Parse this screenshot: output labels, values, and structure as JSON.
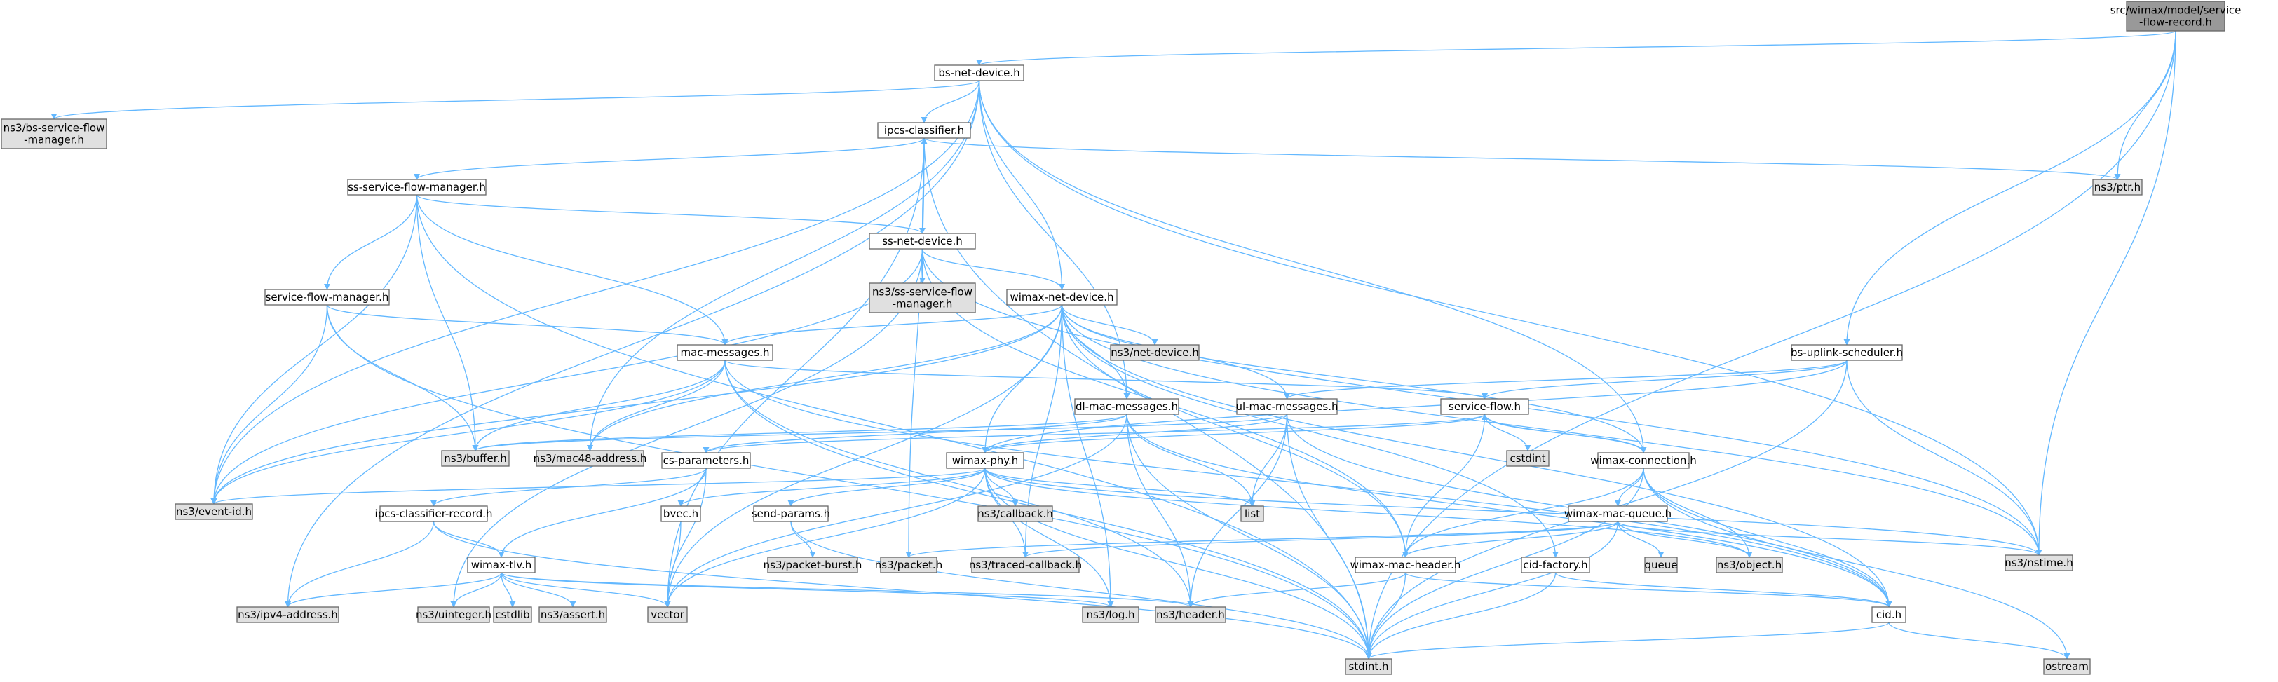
{
  "colors": {
    "focus_fill": "#999999",
    "internal_fill": "#ffffff",
    "external_fill": "#e0e0e0",
    "border": "#666666",
    "edge": "#63b8ff",
    "text": "#000000"
  },
  "nodes": [
    {
      "id": "root",
      "label": [
        "src/wimax/model/service",
        "-flow-record.h"
      ],
      "kind": "focus"
    },
    {
      "id": "bsnd",
      "label": [
        "bs-net-device.h"
      ],
      "kind": "internal"
    },
    {
      "id": "bssfm",
      "label": [
        "ns3/bs-service-flow",
        "-manager.h"
      ],
      "kind": "external"
    },
    {
      "id": "ipcs",
      "label": [
        "ipcs-classifier.h"
      ],
      "kind": "internal"
    },
    {
      "id": "ptr",
      "label": [
        "ns3/ptr.h"
      ],
      "kind": "external"
    },
    {
      "id": "sssfm",
      "label": [
        "ss-service-flow-manager.h"
      ],
      "kind": "internal"
    },
    {
      "id": "ssnd",
      "label": [
        "ss-net-device.h"
      ],
      "kind": "internal"
    },
    {
      "id": "sfm",
      "label": [
        "service-flow-manager.h"
      ],
      "kind": "internal"
    },
    {
      "id": "sssfm2",
      "label": [
        "ns3/ss-service-flow",
        "-manager.h"
      ],
      "kind": "external"
    },
    {
      "id": "wnd",
      "label": [
        "wimax-net-device.h"
      ],
      "kind": "internal"
    },
    {
      "id": "macm",
      "label": [
        "mac-messages.h"
      ],
      "kind": "internal"
    },
    {
      "id": "netdev",
      "label": [
        "ns3/net-device.h"
      ],
      "kind": "external"
    },
    {
      "id": "bsus",
      "label": [
        "bs-uplink-scheduler.h"
      ],
      "kind": "internal"
    },
    {
      "id": "dlm",
      "label": [
        "dl-mac-messages.h"
      ],
      "kind": "internal"
    },
    {
      "id": "ulm",
      "label": [
        "ul-mac-messages.h"
      ],
      "kind": "internal"
    },
    {
      "id": "sf",
      "label": [
        "service-flow.h"
      ],
      "kind": "internal"
    },
    {
      "id": "cstdint",
      "label": [
        "cstdint"
      ],
      "kind": "external"
    },
    {
      "id": "buffer",
      "label": [
        "ns3/buffer.h"
      ],
      "kind": "external"
    },
    {
      "id": "mac48",
      "label": [
        "ns3/mac48-address.h"
      ],
      "kind": "external"
    },
    {
      "id": "csp",
      "label": [
        "cs-parameters.h"
      ],
      "kind": "internal"
    },
    {
      "id": "wphy",
      "label": [
        "wimax-phy.h"
      ],
      "kind": "internal"
    },
    {
      "id": "wconn",
      "label": [
        "wimax-connection.h"
      ],
      "kind": "internal"
    },
    {
      "id": "eventid",
      "label": [
        "ns3/event-id.h"
      ],
      "kind": "external"
    },
    {
      "id": "icr",
      "label": [
        "ipcs-classifier-record.h"
      ],
      "kind": "internal"
    },
    {
      "id": "bvec",
      "label": [
        "bvec.h"
      ],
      "kind": "internal"
    },
    {
      "id": "sendp",
      "label": [
        "send-params.h"
      ],
      "kind": "internal"
    },
    {
      "id": "callback",
      "label": [
        "ns3/callback.h"
      ],
      "kind": "external"
    },
    {
      "id": "list",
      "label": [
        "list"
      ],
      "kind": "external"
    },
    {
      "id": "wmq",
      "label": [
        "wimax-mac-queue.h"
      ],
      "kind": "internal"
    },
    {
      "id": "nstime",
      "label": [
        "ns3/nstime.h"
      ],
      "kind": "external"
    },
    {
      "id": "wtlv",
      "label": [
        "wimax-tlv.h"
      ],
      "kind": "internal"
    },
    {
      "id": "pburst",
      "label": [
        "ns3/packet-burst.h"
      ],
      "kind": "external"
    },
    {
      "id": "packet",
      "label": [
        "ns3/packet.h"
      ],
      "kind": "external"
    },
    {
      "id": "tcb",
      "label": [
        "ns3/traced-callback.h"
      ],
      "kind": "external"
    },
    {
      "id": "wmh",
      "label": [
        "wimax-mac-header.h"
      ],
      "kind": "internal"
    },
    {
      "id": "cidf",
      "label": [
        "cid-factory.h"
      ],
      "kind": "internal"
    },
    {
      "id": "queue",
      "label": [
        "queue"
      ],
      "kind": "external"
    },
    {
      "id": "object",
      "label": [
        "ns3/object.h"
      ],
      "kind": "external"
    },
    {
      "id": "ipv4",
      "label": [
        "ns3/ipv4-address.h"
      ],
      "kind": "external"
    },
    {
      "id": "uinteger",
      "label": [
        "ns3/uinteger.h"
      ],
      "kind": "external"
    },
    {
      "id": "cstdlib",
      "label": [
        "cstdlib"
      ],
      "kind": "external"
    },
    {
      "id": "assert",
      "label": [
        "ns3/assert.h"
      ],
      "kind": "external"
    },
    {
      "id": "vector",
      "label": [
        "vector"
      ],
      "kind": "external"
    },
    {
      "id": "log",
      "label": [
        "ns3/log.h"
      ],
      "kind": "external"
    },
    {
      "id": "header",
      "label": [
        "ns3/header.h"
      ],
      "kind": "external"
    },
    {
      "id": "cid",
      "label": [
        "cid.h"
      ],
      "kind": "internal"
    },
    {
      "id": "stdint",
      "label": [
        "stdint.h"
      ],
      "kind": "external"
    },
    {
      "id": "ostream",
      "label": [
        "ostream"
      ],
      "kind": "external"
    }
  ],
  "edges": [
    [
      "root",
      "bsnd"
    ],
    [
      "root",
      "ptr"
    ],
    [
      "root",
      "bsus"
    ],
    [
      "root",
      "nstime"
    ],
    [
      "root",
      "stdint"
    ],
    [
      "bsnd",
      "bssfm"
    ],
    [
      "bsnd",
      "ipcs"
    ],
    [
      "bsnd",
      "wnd"
    ],
    [
      "bsnd",
      "dlm"
    ],
    [
      "bsnd",
      "wconn"
    ],
    [
      "bsnd",
      "eventid"
    ],
    [
      "bsnd",
      "mac48"
    ],
    [
      "bsnd",
      "ipv4"
    ],
    [
      "bsnd",
      "nstime"
    ],
    [
      "ipcs",
      "sssfm"
    ],
    [
      "ipcs",
      "ptr"
    ],
    [
      "ipcs",
      "packet"
    ],
    [
      "ipcs",
      "vector"
    ],
    [
      "ipcs",
      "stdint"
    ],
    [
      "sssfm",
      "sfm"
    ],
    [
      "sssfm",
      "ssnd"
    ],
    [
      "sssfm",
      "macm"
    ],
    [
      "sssfm",
      "buffer"
    ],
    [
      "sssfm",
      "eventid"
    ],
    [
      "sssfm",
      "stdint"
    ],
    [
      "ssnd",
      "ipcs"
    ],
    [
      "ssnd",
      "sssfm2"
    ],
    [
      "ssnd",
      "wnd"
    ],
    [
      "ssnd",
      "eventid"
    ],
    [
      "ssnd",
      "uinteger"
    ],
    [
      "ssnd",
      "wmh"
    ],
    [
      "ssnd",
      "nstime"
    ],
    [
      "sfm",
      "macm"
    ],
    [
      "sfm",
      "buffer"
    ],
    [
      "sfm",
      "eventid"
    ],
    [
      "sfm",
      "stdint"
    ],
    [
      "wnd",
      "macm"
    ],
    [
      "wnd",
      "netdev"
    ],
    [
      "wnd",
      "dlm"
    ],
    [
      "wnd",
      "ulm"
    ],
    [
      "wnd",
      "wphy"
    ],
    [
      "wnd",
      "wconn"
    ],
    [
      "wnd",
      "tcb"
    ],
    [
      "wnd",
      "log"
    ],
    [
      "wnd",
      "mac48"
    ],
    [
      "wnd",
      "cidf"
    ],
    [
      "wnd",
      "nstime"
    ],
    [
      "wnd",
      "cid"
    ],
    [
      "wnd",
      "vector"
    ],
    [
      "wnd",
      "eventid"
    ],
    [
      "wnd",
      "wmh"
    ],
    [
      "macm",
      "sf"
    ],
    [
      "macm",
      "buffer"
    ],
    [
      "macm",
      "mac48"
    ],
    [
      "macm",
      "eventid"
    ],
    [
      "macm",
      "header"
    ],
    [
      "macm",
      "cid"
    ],
    [
      "macm",
      "stdint"
    ],
    [
      "bsus",
      "sf"
    ],
    [
      "bsus",
      "ulm"
    ],
    [
      "bsus",
      "wphy"
    ],
    [
      "bsus",
      "nstime"
    ],
    [
      "bsus",
      "stdint"
    ],
    [
      "dlm",
      "buffer"
    ],
    [
      "dlm",
      "csp"
    ],
    [
      "dlm",
      "list"
    ],
    [
      "dlm",
      "header"
    ],
    [
      "dlm",
      "stdint"
    ],
    [
      "dlm",
      "vector"
    ],
    [
      "dlm",
      "cid"
    ],
    [
      "ulm",
      "buffer"
    ],
    [
      "ulm",
      "list"
    ],
    [
      "ulm",
      "header"
    ],
    [
      "ulm",
      "stdint"
    ],
    [
      "ulm",
      "wphy"
    ],
    [
      "ulm",
      "cid"
    ],
    [
      "sf",
      "cstdint"
    ],
    [
      "sf",
      "wconn"
    ],
    [
      "sf",
      "wmh"
    ],
    [
      "sf",
      "wphy"
    ],
    [
      "sf",
      "csp"
    ],
    [
      "csp",
      "icr"
    ],
    [
      "csp",
      "wtlv"
    ],
    [
      "csp",
      "vector"
    ],
    [
      "wphy",
      "bvec"
    ],
    [
      "wphy",
      "sendp"
    ],
    [
      "wphy",
      "callback"
    ],
    [
      "wphy",
      "list"
    ],
    [
      "wphy",
      "tcb"
    ],
    [
      "wphy",
      "log"
    ],
    [
      "wphy",
      "eventid"
    ],
    [
      "wphy",
      "nstime"
    ],
    [
      "wphy",
      "object"
    ],
    [
      "wphy",
      "stdint"
    ],
    [
      "wphy",
      "vector"
    ],
    [
      "wconn",
      "sf"
    ],
    [
      "wconn",
      "wmq"
    ],
    [
      "wconn",
      "wmh"
    ],
    [
      "wconn",
      "object"
    ],
    [
      "wconn",
      "cid"
    ],
    [
      "wconn",
      "ostream"
    ],
    [
      "wconn",
      "stdint"
    ],
    [
      "icr",
      "wtlv"
    ],
    [
      "icr",
      "ipv4"
    ],
    [
      "icr",
      "stdint"
    ],
    [
      "bvec",
      "vector"
    ],
    [
      "sendp",
      "pburst"
    ],
    [
      "sendp",
      "stdint"
    ],
    [
      "wmq",
      "packet"
    ],
    [
      "wmq",
      "tcb"
    ],
    [
      "wmq",
      "wmh"
    ],
    [
      "wmq",
      "queue"
    ],
    [
      "wmq",
      "object"
    ],
    [
      "wmq",
      "nstime"
    ],
    [
      "wmq",
      "stdint"
    ],
    [
      "wtlv",
      "ipv4"
    ],
    [
      "wtlv",
      "uinteger"
    ],
    [
      "wtlv",
      "cstdlib"
    ],
    [
      "wtlv",
      "assert"
    ],
    [
      "wtlv",
      "vector"
    ],
    [
      "wtlv",
      "log"
    ],
    [
      "wtlv",
      "header"
    ],
    [
      "wmh",
      "header"
    ],
    [
      "wmh",
      "stdint"
    ],
    [
      "wmh",
      "cid"
    ],
    [
      "cidf",
      "cid"
    ],
    [
      "cidf",
      "stdint"
    ],
    [
      "cid",
      "stdint"
    ],
    [
      "cid",
      "ostream"
    ]
  ]
}
